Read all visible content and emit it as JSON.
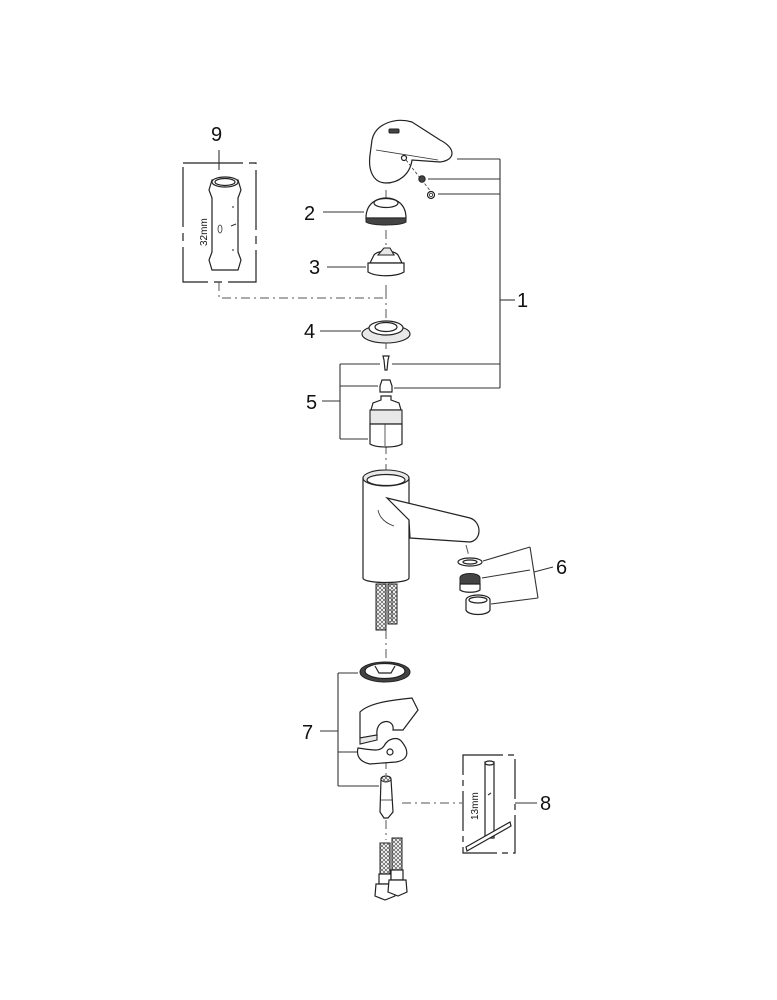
{
  "title": "Exploded parts diagram - single-lever basin mixer",
  "callouts": [
    {
      "id": "1",
      "label": "1",
      "part": "lever handle with screw and cap"
    },
    {
      "id": "2",
      "label": "2",
      "part": "cover cap / escutcheon"
    },
    {
      "id": "3",
      "label": "3",
      "part": "retaining nut"
    },
    {
      "id": "4",
      "label": "4",
      "part": "ring / washer"
    },
    {
      "id": "5",
      "label": "5",
      "part": "cartridge with adapter and screw"
    },
    {
      "id": "6",
      "label": "6",
      "part": "aerator set"
    },
    {
      "id": "7",
      "label": "7",
      "part": "fixing set (ring, gasket, clamp, threaded rod)"
    },
    {
      "id": "8",
      "label": "8",
      "part": "13mm tool"
    },
    {
      "id": "9",
      "label": "9",
      "part": "32mm tool"
    }
  ],
  "tools": {
    "tool_9_dimension": "32mm",
    "tool_8_dimension": "13mm"
  }
}
